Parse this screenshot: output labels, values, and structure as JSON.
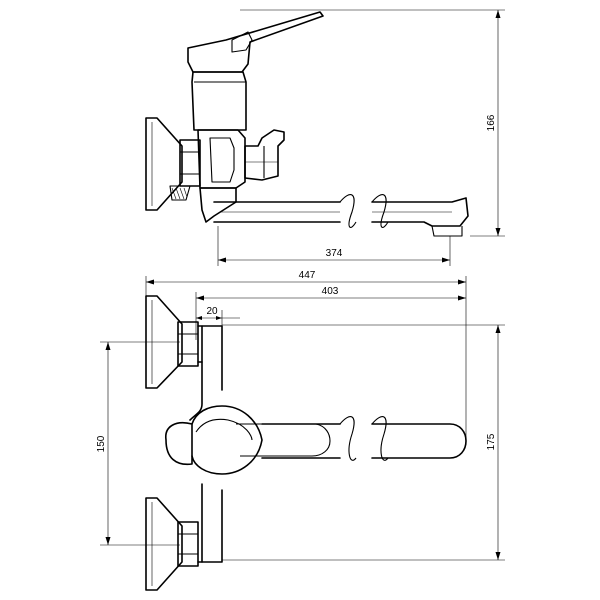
{
  "drawing": {
    "dimensions": {
      "side_height": "166",
      "side_spout_length": "374",
      "top_total_length": "447",
      "top_spout_length": "403",
      "top_offset": "20",
      "top_center_distance": "150",
      "top_height": "175"
    },
    "colors": {
      "line": "#000000",
      "background": "#ffffff"
    }
  }
}
